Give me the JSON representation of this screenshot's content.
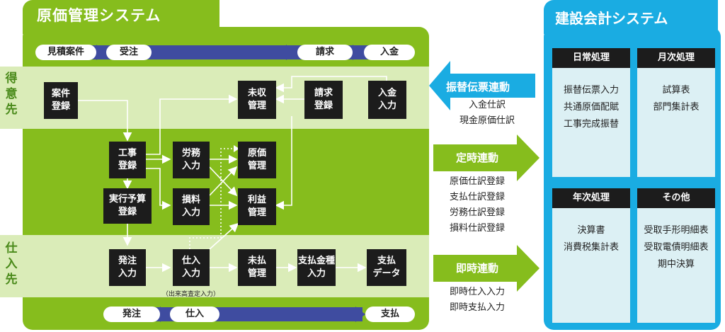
{
  "genka_system": {
    "title": "原価管理システム",
    "customer_label": "得\n意\n先",
    "supplier_label": "仕\n入\n先",
    "top_flow": [
      "見積案件",
      "受注",
      "請求",
      "入金"
    ],
    "bottom_flow": [
      "発注",
      "仕入",
      "支払"
    ],
    "boxes": {
      "anken": "案件\n登録",
      "mishu": "未収\n管理",
      "seikyu": "請求\n登録",
      "nyukin": "入金\n入力",
      "koji": "工事\n登録",
      "romu": "労務\n入力",
      "genka": "原価\n管理",
      "jikko": "実行予算\n登録",
      "sonryo": "損料\n入力",
      "rieki": "利益\n管理",
      "hatchu": "発注\n入力",
      "shiire": "仕入\n入力",
      "mibarai": "未払\n管理",
      "shiharai_kinshu": "支払金種\n入力",
      "shiharai_data": "支払\nデータ"
    },
    "shiire_note": "（出来高査定入力）"
  },
  "links": [
    {
      "label": "振替伝票連動",
      "items": [
        "入金仕訳",
        "現金原価仕訳"
      ]
    },
    {
      "label": "定時連動",
      "items": [
        "原価仕訳登録",
        "支払仕訳登録",
        "労務仕訳登録",
        "損料仕訳登録"
      ]
    },
    {
      "label": "即時連動",
      "items": [
        "即時仕入入力",
        "即時支払入力"
      ]
    }
  ],
  "kensetsu_system": {
    "title": "建設会計システム",
    "panels": [
      {
        "title": "日常処理",
        "items": [
          "振替伝票入力",
          "共通原価配賦",
          "工事完成振替"
        ]
      },
      {
        "title": "月次処理",
        "items": [
          "試算表",
          "部門集計表"
        ]
      },
      {
        "title": "年次処理",
        "items": [
          "決算書",
          "消費税集計表"
        ]
      },
      {
        "title": "その他",
        "items": [
          "受取手形明細表",
          "受取電債明細表",
          "期中決算"
        ]
      }
    ]
  },
  "colors": {
    "green": "#86bd1d",
    "light_green": "#daecb8",
    "blue": "#1aace2",
    "navy": "#3f4ca0",
    "dark": "#1c1c1c"
  }
}
